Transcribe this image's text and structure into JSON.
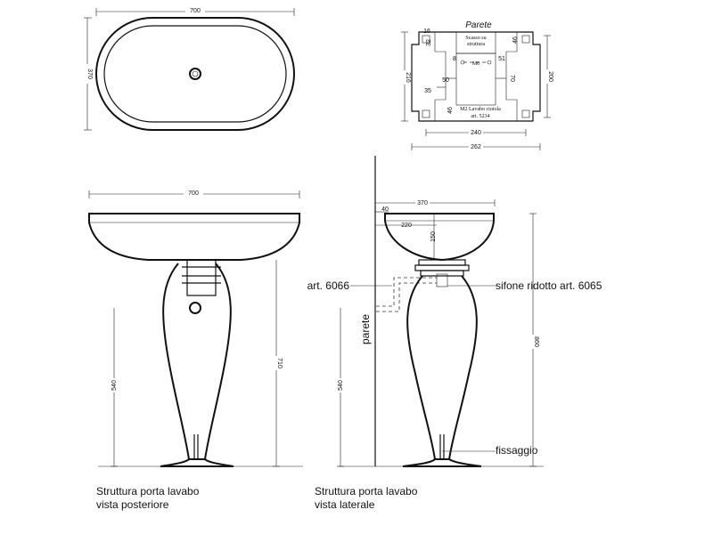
{
  "top_view": {
    "width_label": "700",
    "depth_label": "370"
  },
  "wall_plate": {
    "title": "Parete",
    "cutout_label_1": "Scasso su",
    "cutout_label_2": "struttura",
    "anchor_label": "M6",
    "part_label_1": "M2 Lavabo ciotola",
    "part_label_2": "art. 5234",
    "dims": {
      "d16": "16",
      "d32": "32",
      "d46_top": "46",
      "d8": "8",
      "d51": "51",
      "d50": "50",
      "d70": "70",
      "d35": "35",
      "d46_bottom": "46",
      "d216": "216",
      "d200": "200",
      "d240": "240",
      "d262": "262"
    }
  },
  "rear_view": {
    "width_label": "700",
    "height_540": "540",
    "height_710": "710",
    "caption_line1": "Struttura porta lavabo",
    "caption_line2": "vista posteriore"
  },
  "side_view": {
    "width_370": "370",
    "dim_40": "40",
    "dim_220": "220",
    "dim_150": "150",
    "height_540": "540",
    "height_860": "860",
    "wall_label": "parete",
    "art_6066": "art. 6066",
    "art_6065": "sifone ridotto art. 6065",
    "fixing_label": "fissaggio",
    "caption_line1": "Struttura porta lavabo",
    "caption_line2": "vista laterale"
  }
}
